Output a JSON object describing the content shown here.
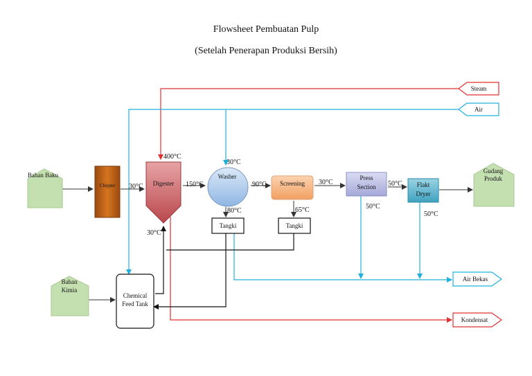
{
  "title": {
    "line1": "Flowsheet Pembuatan Pulp",
    "line2": "(Setelah Penerapan Produksi Bersih)"
  },
  "streams": {
    "steam": "Steam",
    "air": "Air",
    "air_bekas": "Air Bekas",
    "kondensat": "Kondensat"
  },
  "units": {
    "bahan_baku": "Bahan Baku",
    "chipper": "Chipper",
    "digester": "Digester",
    "washer": "Washer",
    "screening": "Screening",
    "press_line1": "Press",
    "press_line2": "Section",
    "flakt_line1": "Flakt",
    "flakt_line2": "Dryer",
    "gudang_line1": "Gudang",
    "gudang_line2": "Produk",
    "bahan_kimia_line1": "Bahan",
    "bahan_kimia_line2": "Kimia",
    "tank_line1": "Chemical",
    "tank_line2": "Feed Tank",
    "tangki1": "Tangki",
    "tangki2": "Tangki"
  },
  "temperatures": {
    "chipper_out": "30°C",
    "digester_top": "400°C",
    "digester_bottom": "30°C",
    "digester_out": "150°C",
    "washer_top": "30°C",
    "washer_bottom": "80°C",
    "washer_out": "90°C",
    "screening_bottom": "65°C",
    "screening_out": "30°C",
    "press_out": "50°C",
    "press_bottom": "50°C",
    "dryer_bottom": "50°C"
  },
  "colors": {
    "steam": "#e03030",
    "water": "#1fb0dc",
    "process": "#333333",
    "dark": "#111111",
    "digester": "#c85a5e",
    "washer": "#a8c8ea",
    "screening": "#f5b079",
    "press": "#b4b8e0",
    "dryer": "#55b2ca",
    "chipper": "#c0621a",
    "house": "#c5e0b0"
  }
}
